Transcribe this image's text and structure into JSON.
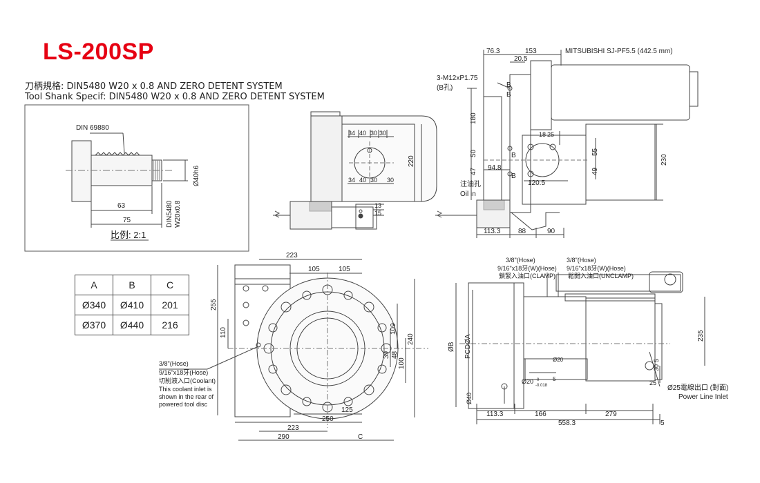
{
  "title": "LS-200SP",
  "shank_zh": "刀柄規格: DIN5480 W20 x 0.8 AND ZERO DETENT SYSTEM",
  "shank_en": "Tool Shank Specif: DIN5480 W20 x 0.8 AND ZERO DETENT SYSTEM",
  "detail": {
    "din_label": "DIN 69880",
    "dim_63": "63",
    "dim_75": "75",
    "spline_label_1": "DIN5480",
    "spline_label_2": "W20x0.8",
    "dia_40h6": "Ø40h6",
    "scale": "比例: 2:1"
  },
  "side_view": {
    "d34": "34",
    "d40": "40",
    "d30a": "30",
    "d30b": "30",
    "d34b": "34",
    "d40b": "40",
    "d30c": "30",
    "d30d": "30",
    "d220": "220",
    "d13": "13",
    "d15": "15"
  },
  "motor_view": {
    "d76_3": "76.3",
    "d153": "153",
    "d20_5": "20.5",
    "motor": "MITSUBISHI SJ-PF5.5 (442.5 mm)",
    "bolt": "3-M12xP1.75",
    "bolt_zh": "(B孔)",
    "b1": "B",
    "b2": "B",
    "b3": "B",
    "b4": "B",
    "d180": "180",
    "d18": "18",
    "d25": "25",
    "d50": "50",
    "d47": "47",
    "d94_8": "94.8",
    "d55": "55",
    "d49": "49",
    "d120_5": "120.5",
    "d230": "230",
    "oil_zh": "注油孔",
    "oil_en": "Oil in",
    "d113_3": "113.3",
    "d88": "88",
    "d90": "90"
  },
  "front_view": {
    "d223": "223",
    "d105a": "105",
    "d105b": "105",
    "d255": "255",
    "d110": "110",
    "d109": "109",
    "d240": "240",
    "d39": "39",
    "d48": "48",
    "d100": "100",
    "d125": "125",
    "d250": "250",
    "d223b": "223",
    "d290": "290",
    "dC": "C",
    "hose1": "3/8\"(Hose)",
    "hose2": "9/16\"x18牙(Hose)",
    "coolant": "切削液入口(Coolant)",
    "note1": "This coolant inlet is",
    "note2": "shown in the rear of",
    "note3": "powered tool disc"
  },
  "table": {
    "headers": [
      "A",
      "B",
      "C"
    ],
    "rows": [
      [
        "Ø340",
        "Ø410",
        "201"
      ],
      [
        "Ø370",
        "Ø440",
        "216"
      ]
    ]
  },
  "bottom_view": {
    "hose_a": "3/8\"(Hose)",
    "hose_b": "9/16\"x18牙(W)(Hose)",
    "clamp": "鎖緊入油口(CLAMP)",
    "hose_c": "3/8\"(Hose)",
    "hose_d": "9/16\"x18牙(W)(Hose)",
    "unclamp": "鬆開入油口(UNCLAMP)",
    "dOB": "ØB",
    "dPCD": "PCDØA",
    "d20": "Ø20",
    "d20tol": "Ø20",
    "tol_top": "-0",
    "tol_bot": "-0.018",
    "d5": "5",
    "d235": "235",
    "d30": "30",
    "d5b": "5",
    "d25": "25",
    "power_zh": "Ø25電線出口 (對面)",
    "power_en": "Power Line Inlet",
    "d40": "Ø40",
    "d113_3": "113.3",
    "d166": "166",
    "d279": "279",
    "d558_3": "558.3",
    "d5c": "5"
  }
}
